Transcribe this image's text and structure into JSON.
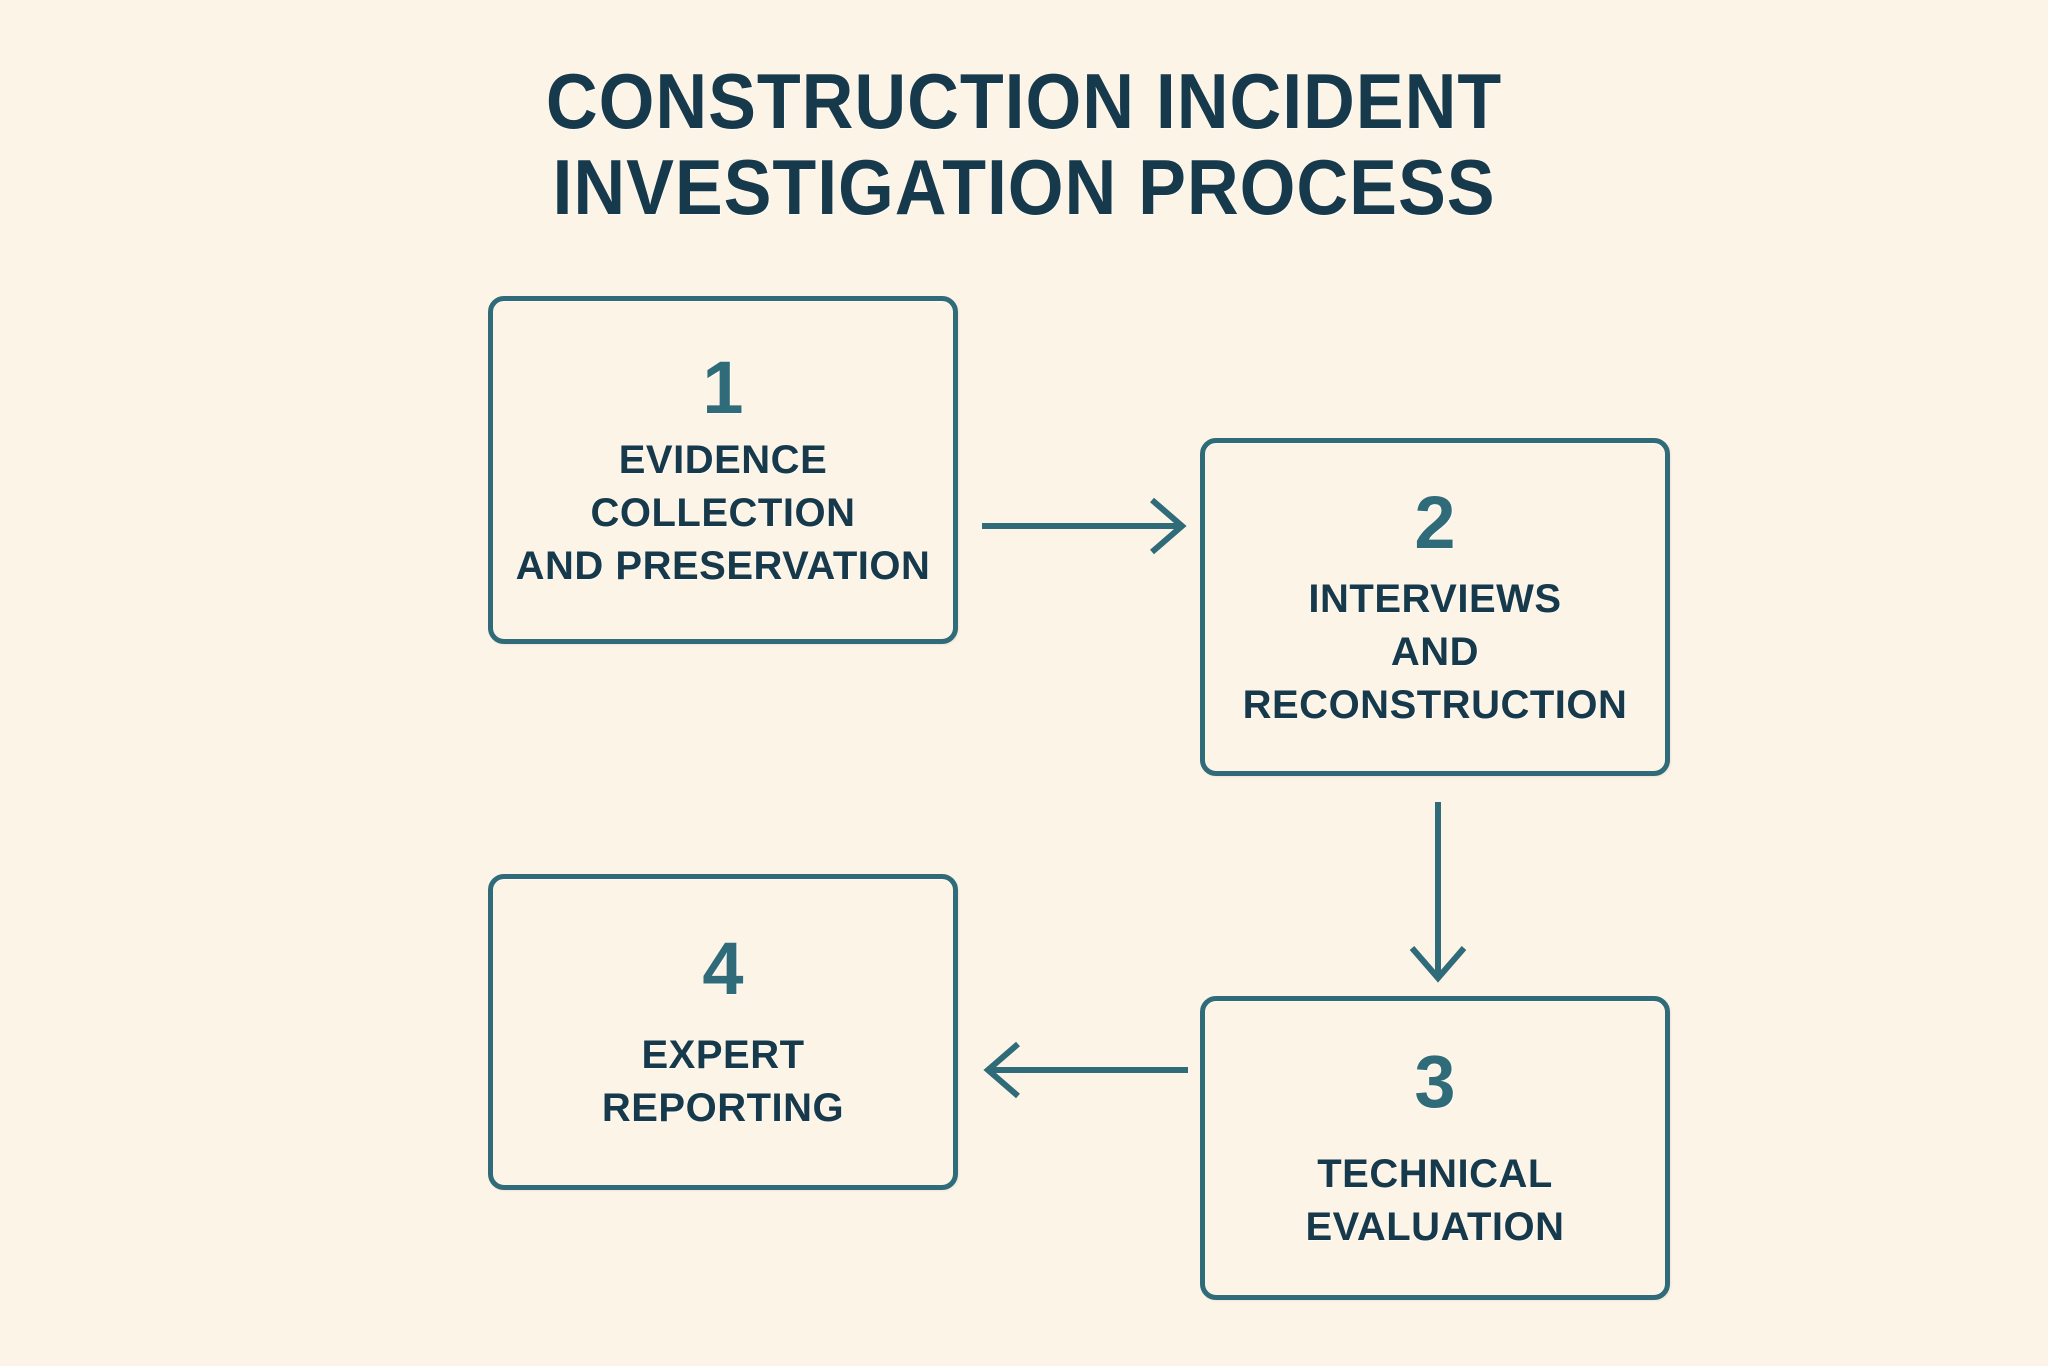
{
  "page": {
    "background_color": "#fcf4e7",
    "accent_color": "#2f6b78",
    "text_color": "#16394b"
  },
  "title": {
    "line1": "CONSTRUCTION INCIDENT",
    "line2": "INVESTIGATION PROCESS"
  },
  "steps": [
    {
      "number": "1",
      "label": "EVIDENCE\nCOLLECTION\nAND PRESERVATION"
    },
    {
      "number": "2",
      "label": "INTERVIEWS\nAND\nRECONSTRUCTION"
    },
    {
      "number": "3",
      "label": "TECHNICAL\nEVALUATION"
    },
    {
      "number": "4",
      "label": "EXPERT\nREPORTING"
    }
  ],
  "connectors": [
    {
      "name": "step-1-to-step-2",
      "direction": "right"
    },
    {
      "name": "step-2-to-step-3",
      "direction": "down"
    },
    {
      "name": "step-3-to-step-4",
      "direction": "left"
    }
  ]
}
